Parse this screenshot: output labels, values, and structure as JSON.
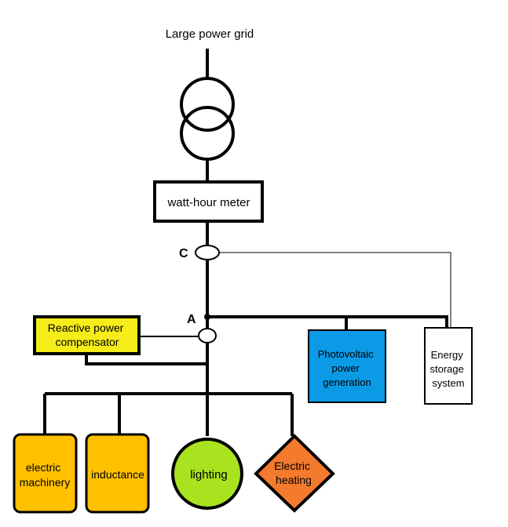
{
  "grid_label": "Large power grid",
  "meter_label": "watt-hour meter",
  "point_c_label": "C",
  "point_a_label": "A",
  "compensator": {
    "line1": "Reactive power",
    "line2": "compensator",
    "color": "#F5EC1A"
  },
  "photovoltaic": {
    "line1": "Photovoltaic",
    "line2": "power",
    "line3": "generation",
    "color": "#0B9AE6"
  },
  "storage": {
    "line1": "Energy",
    "line2": "storage",
    "line3": "system",
    "color": "#FFFFFF"
  },
  "loads": {
    "machinery": {
      "line1": "electric",
      "line2": "machinery",
      "color": "#FFC000"
    },
    "inductance": {
      "label": "inductance",
      "color": "#FFC000"
    },
    "lighting": {
      "label": "lighting",
      "color": "#A9E21F"
    },
    "heating": {
      "line1": "Electric",
      "line2": "heating",
      "color": "#F47A2E"
    }
  }
}
